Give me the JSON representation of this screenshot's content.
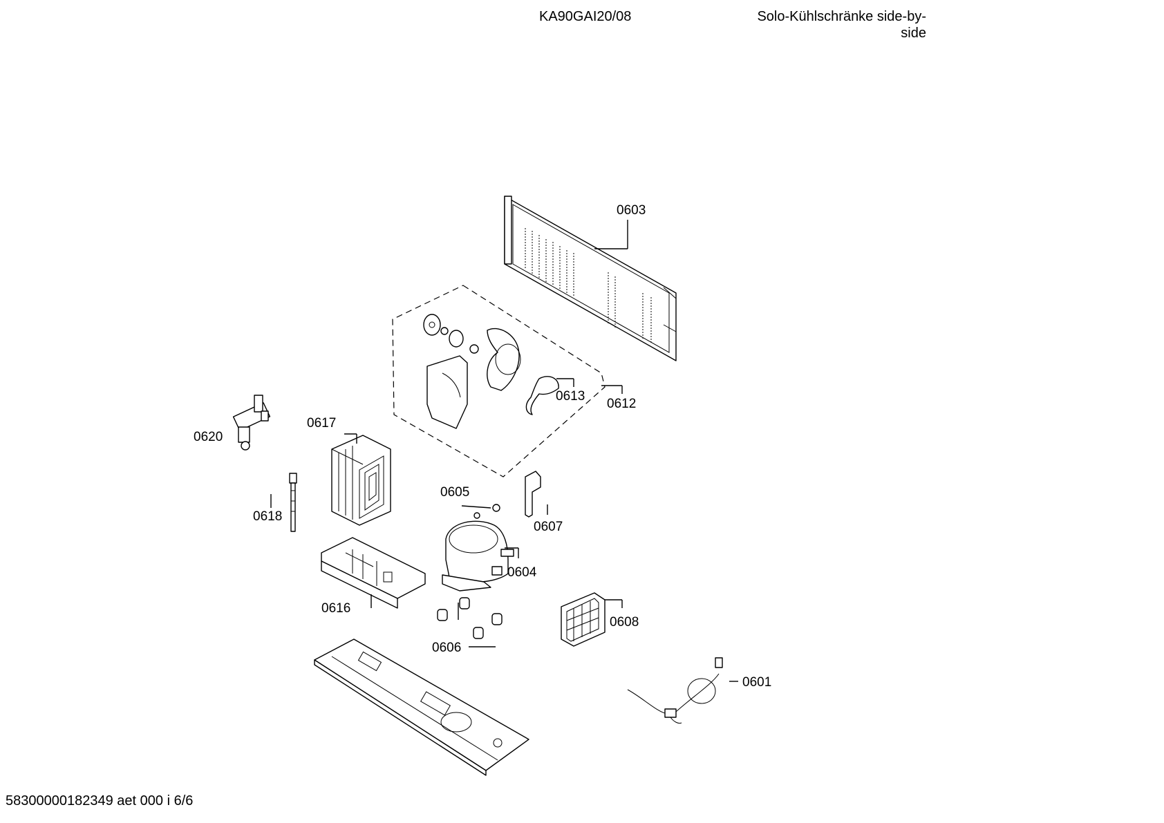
{
  "header": {
    "model": "KA90GAI20/08",
    "title_line1": "Solo-Kühlschränke side-by-",
    "title_line2": "side"
  },
  "footer": {
    "doc_id": "58300000182349 aet 000 i 6/6"
  },
  "parts": [
    {
      "id": "p0603",
      "label": "0603"
    },
    {
      "id": "p0613",
      "label": "0613"
    },
    {
      "id": "p0612",
      "label": "0612"
    },
    {
      "id": "p0620",
      "label": "0620"
    },
    {
      "id": "p0617",
      "label": "0617"
    },
    {
      "id": "p0605",
      "label": "0605"
    },
    {
      "id": "p0618",
      "label": "0618"
    },
    {
      "id": "p0607",
      "label": "0607"
    },
    {
      "id": "p0604",
      "label": "0604"
    },
    {
      "id": "p0616",
      "label": "0616"
    },
    {
      "id": "p0608",
      "label": "0608"
    },
    {
      "id": "p0606",
      "label": "0606"
    },
    {
      "id": "p0601",
      "label": "0601"
    }
  ]
}
